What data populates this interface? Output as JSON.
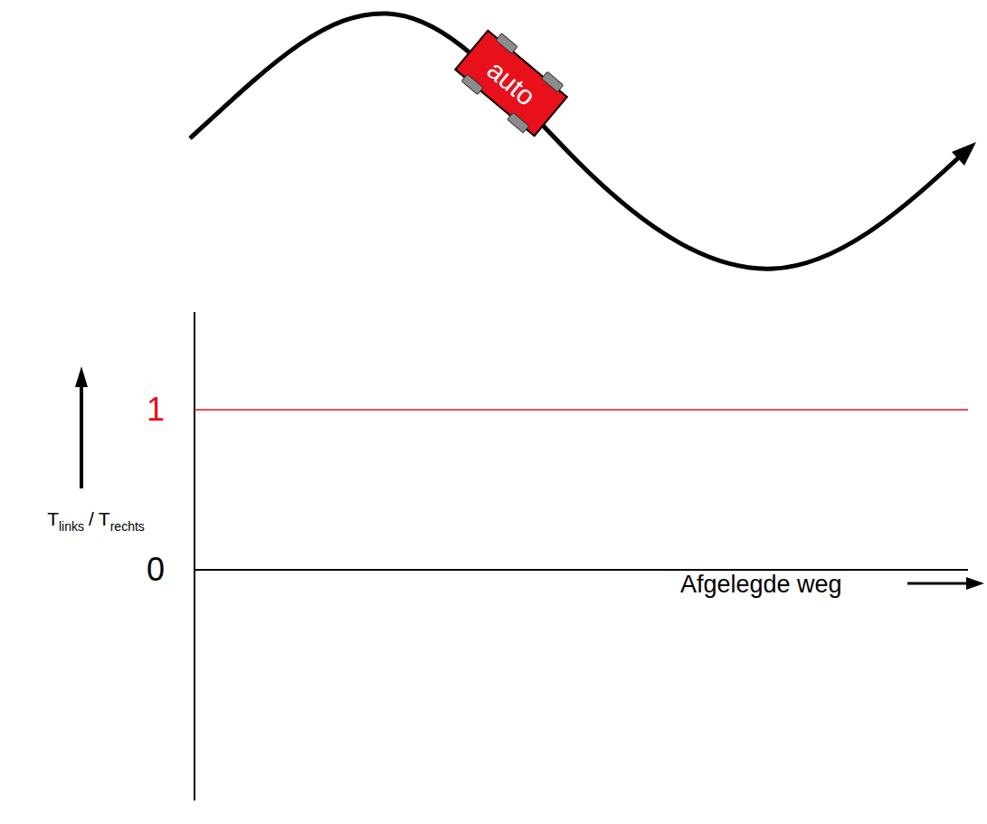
{
  "diagram": {
    "nodes": [
      {
        "text": [
          "auto"
        ]
      }
    ],
    "labels": [
      "1",
      "0",
      "T",
      "links",
      "/",
      "T",
      "rechts",
      "Afgelegde weg"
    ]
  }
}
